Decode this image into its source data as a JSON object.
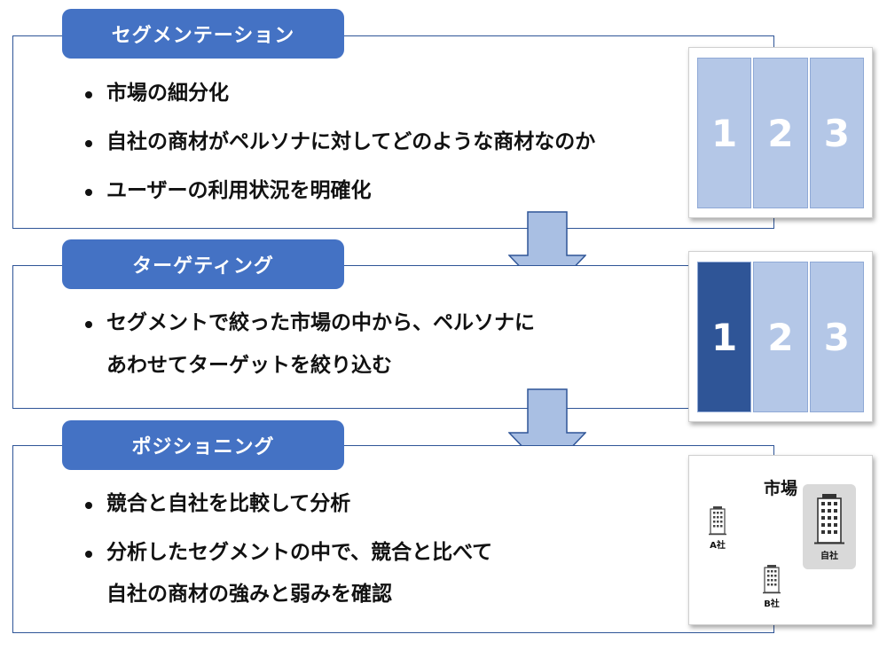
{
  "sections": [
    {
      "title": "セグメンテーション",
      "bullets": [
        "市場の細分化",
        "自社の商材がペルソナに対してどのような商材なのか",
        "ユーザーの利用状況を明確化"
      ],
      "columns": [
        "1",
        "2",
        "3"
      ],
      "highlighted_column": null
    },
    {
      "title": "ターゲティング",
      "bullets": [
        [
          "セグメントで絞った市場の中から、ペルソナに",
          "あわせてターゲットを絞り込む"
        ]
      ],
      "columns": [
        "1",
        "2",
        "3"
      ],
      "highlighted_column": "1"
    },
    {
      "title": "ポジショニング",
      "bullets": [
        "競合と自社を比較して分析",
        [
          "分析したセグメントの中で、競合と比べて",
          "自社の商材の強みと弱みを確認"
        ]
      ],
      "market": {
        "title": "市場",
        "companies": [
          "A社",
          "B社",
          "自社"
        ]
      }
    }
  ],
  "colors": {
    "box_border": "#2f5597",
    "pill": "#4472c4",
    "column_light": "#b4c7e7",
    "column_dark": "#2f5597",
    "arrow_fill": "#a9bfe3",
    "own_bg": "#d9d9d9"
  },
  "icons": [
    "down-arrow-icon",
    "building-icon"
  ]
}
